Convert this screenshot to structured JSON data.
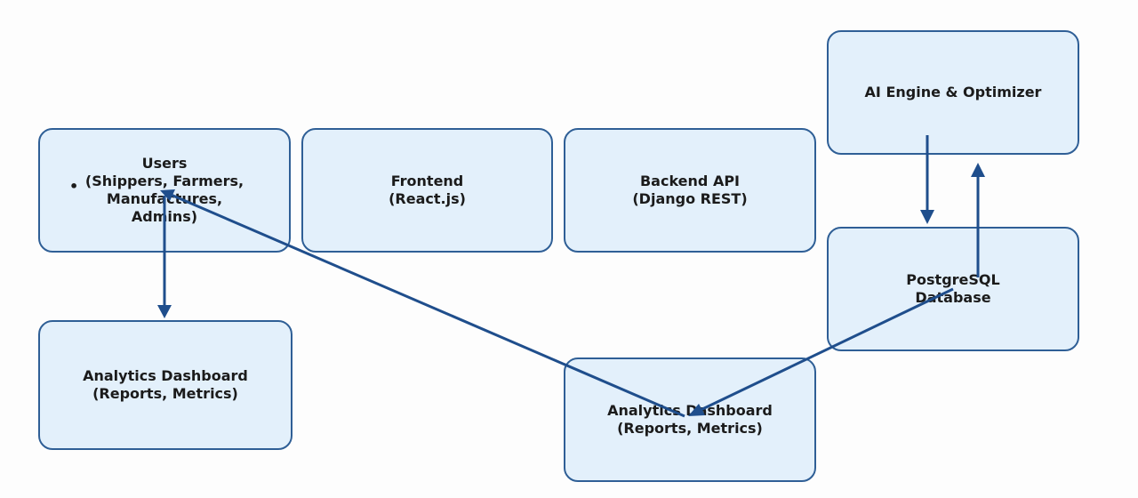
{
  "nodes": {
    "users": {
      "lines": [
        "Users",
        "(Shippers, Farmers,",
        "Manufactures,",
        "Admins)"
      ],
      "bullet": "•"
    },
    "frontend": {
      "lines": [
        "Frontend",
        "(React.js)"
      ]
    },
    "backend": {
      "lines": [
        "Backend API",
        "(Django REST)"
      ]
    },
    "ai_engine": {
      "lines": [
        "AI Engine & Optimizer"
      ]
    },
    "database": {
      "lines": [
        "PostgreSQL",
        "Database"
      ]
    },
    "analytics_left": {
      "lines": [
        "Analytics Dashboard",
        "(Reports, Metrics)"
      ]
    },
    "analytics_right": {
      "lines": [
        "Analytics Dashboard",
        "(Reports, Metrics)"
      ]
    }
  },
  "colors": {
    "box_fill": "#e3f0fb",
    "box_border": "#2f5f96",
    "arrow": "#1f4e8c"
  }
}
